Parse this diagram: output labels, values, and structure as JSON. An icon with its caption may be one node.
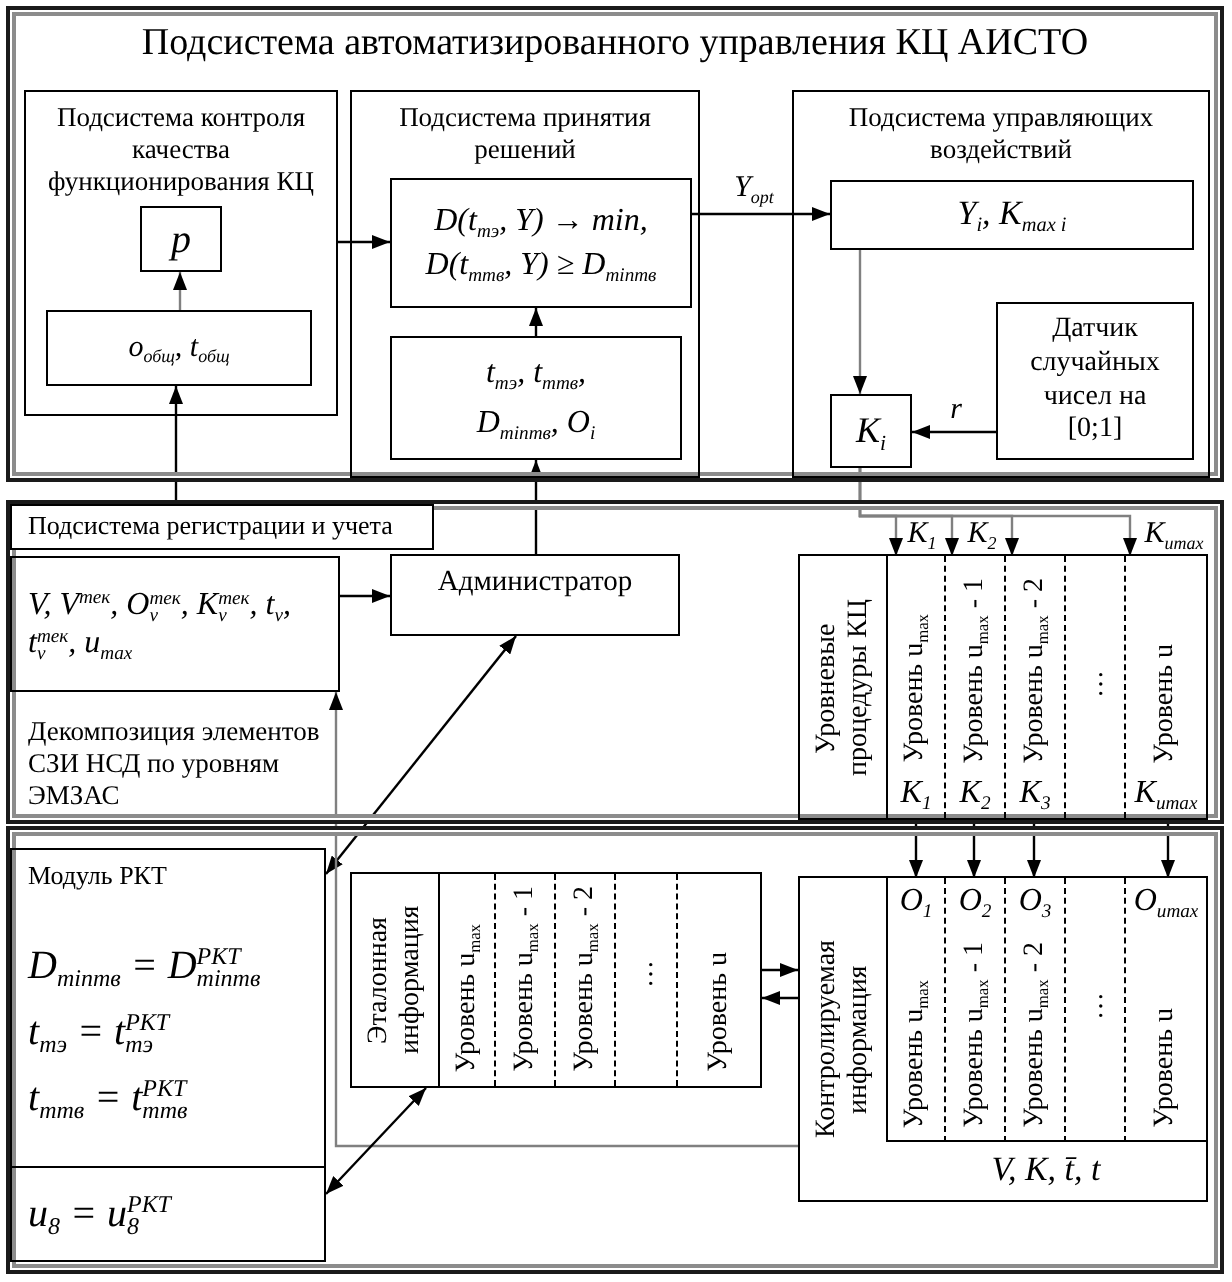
{
  "diagram": {
    "nodes": [
      {
        "text": [
          "Подсистема автоматизированного управления КЦ АИСТО"
        ]
      },
      {
        "text": [
          "Подсистема контроля качества функционирования КЦ"
        ],
        "in": 0
      },
      {
        "text": [
          "p"
        ],
        "in": 1
      },
      {
        "text": [
          "o$_{общ}$, t$_{общ}$"
        ],
        "in": 1
      },
      {
        "text": [
          "Подсистема принятия решений"
        ],
        "in": 0
      },
      {
        "text": [
          "D(t$_{тэ}$, Y) → min,",
          "D(t$_{ттв}$, Y) ≥ D$_{minтв}$"
        ],
        "in": 4
      },
      {
        "text": [
          "t$_{тэ}$, t$_{ттв}$,",
          "D$_{minтв}$, O$_{i}$"
        ],
        "in": 4
      },
      {
        "text": [
          "Подсистема управляющих воздействий"
        ],
        "in": 0
      },
      {
        "text": [
          "Y$_{i}$, K$_{max i}$"
        ],
        "in": 7
      },
      {
        "text": [
          "Датчик случайных чисел на [0;1]"
        ],
        "in": 7
      },
      {
        "text": [
          "K$_{i}$"
        ],
        "in": 7
      },
      {
        "text": [
          "Подсистема регистрации и учета"
        ]
      },
      {
        "text": [
          "V, V$^{тек}$, O$_{v}$$^{тек}$, K$_{v}$$^{тек}$, t$_{v}$, t$_{v}$$^{тек}$, u$_{max}$"
        ],
        "in": 11
      },
      {
        "text": [
          "Администратор"
        ],
        "in": 11
      },
      {
        "text": [
          "Уровневые процедуры КЦ"
        ],
        "in": 11
      },
      {
        "text": [
          "Уровень u$_{max}$",
          "K$_{1}$"
        ],
        "in": 14
      },
      {
        "text": [
          "Уровень u$_{max}$ - 1",
          "K$_{2}$"
        ],
        "in": 14
      },
      {
        "text": [
          "Уровень u$_{max}$ - 2",
          "K$_{3}$"
        ],
        "in": 14
      },
      {
        "text": [
          "…"
        ],
        "in": 14
      },
      {
        "text": [
          "Уровень u",
          "K$_{umax}$"
        ],
        "in": 14
      },
      {
        "text": [],
        "shape": "box"
      },
      {
        "text": [
          "Модуль РКТ",
          "D$_{minтв}$ = D$_{minтв}$$^{РКТ}$",
          "t$_{тэ}$ = t$_{тэ}$$^{РКТ}$",
          "t$_{ттв}$ = t$_{ттв}$$^{РКТ}$"
        ],
        "in": 20
      },
      {
        "text": [
          "u$_{8}$ = u$_{8}$$^{РКТ}$"
        ],
        "in": 20
      },
      {
        "text": [
          "Эталонная информация"
        ],
        "in": 20
      },
      {
        "text": [
          "Уровень u$_{max}$"
        ],
        "in": 23
      },
      {
        "text": [
          "Уровень u$_{max}$ - 1"
        ],
        "in": 23
      },
      {
        "text": [
          "Уровень u$_{max}$ - 2"
        ],
        "in": 23
      },
      {
        "text": [
          "…"
        ],
        "in": 23
      },
      {
        "text": [
          "Уровень u"
        ],
        "in": 23
      },
      {
        "text": [
          "Контролируемая информация",
          "V, K, t̄, t"
        ],
        "in": 20
      },
      {
        "text": [
          "O$_{1}$",
          "Уровень u$_{max}$"
        ],
        "in": 29
      },
      {
        "text": [
          "O$_{2}$",
          "Уровень u$_{max}$ - 1"
        ],
        "in": 29
      },
      {
        "text": [
          "O$_{3}$",
          "Уровень u$_{max}$ - 2"
        ],
        "in": 29
      },
      {
        "text": [
          "…"
        ],
        "in": 29
      },
      {
        "text": [
          "O$_{umax}$",
          "Уровень u"
        ],
        "in": 29
      }
    ],
    "edges": [
      {
        "from": 1,
        "to": 5,
        "arrow": "to"
      },
      {
        "from": 3,
        "to": 2,
        "arrow": "to",
        "color": "#808080"
      },
      {
        "from": 6,
        "to": 5,
        "arrow": "to"
      },
      {
        "from": 5,
        "to": 8,
        "arrow": "to",
        "label": "Y$_{opt}$"
      },
      {
        "from": 8,
        "to": 10,
        "arrow": "to",
        "color": "#808080"
      },
      {
        "from": 9,
        "to": 10,
        "arrow": "to",
        "label": "r"
      },
      {
        "from": 11,
        "to": 3,
        "arrow": "to"
      },
      {
        "from": 13,
        "to": 6,
        "arrow": "to"
      },
      {
        "from": 12,
        "to": 13,
        "arrow": "to"
      },
      {
        "from": 10,
        "to": 15,
        "arrow": "to",
        "label": "K$_{1}$",
        "color": "#808080"
      },
      {
        "from": 10,
        "to": 16,
        "arrow": "to",
        "label": "K$_{2}$",
        "color": "#808080"
      },
      {
        "from": 10,
        "to": 17,
        "arrow": "to",
        "color": "#808080"
      },
      {
        "from": 10,
        "to": 19,
        "arrow": "to",
        "label": "K$_{umax}$",
        "color": "#808080"
      },
      {
        "from": 15,
        "to": 30,
        "arrow": "to"
      },
      {
        "from": 16,
        "to": 31,
        "arrow": "to"
      },
      {
        "from": 17,
        "to": 32,
        "arrow": "to"
      },
      {
        "from": 19,
        "to": 34,
        "arrow": "to"
      },
      {
        "from": 13,
        "to": 21,
        "arrow": "both"
      },
      {
        "from": 23,
        "to": 29,
        "arrow": "to"
      },
      {
        "from": 29,
        "to": 23,
        "arrow": "to"
      },
      {
        "from": 29,
        "to": 12,
        "arrow": "to",
        "color": "#808080"
      },
      {
        "from": 23,
        "to": 22,
        "arrow": "both"
      }
    ],
    "labels": [
      "Декомпозиция элементов СЗИ НСД по уровням ЭМЗАС"
    ]
  }
}
